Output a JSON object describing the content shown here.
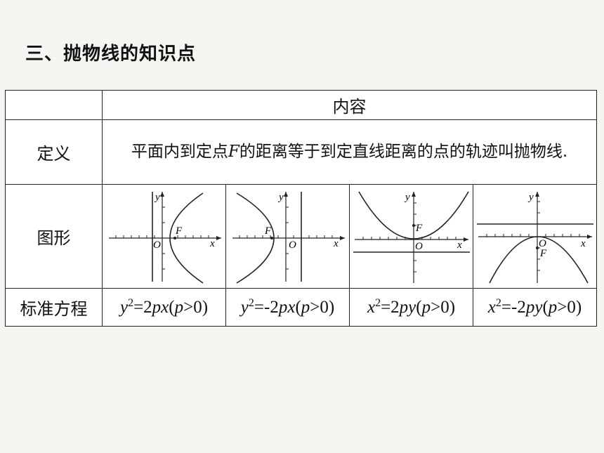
{
  "heading": "三、抛物线的知识点",
  "table": {
    "header": {
      "corner": "",
      "content": "内容"
    },
    "definition": {
      "label": "定义",
      "text_before": "平面内到定点",
      "focus_letter": "F",
      "text_after": "的距离等于到定直线距离的点的轨迹叫抛物线."
    },
    "figure": {
      "label": "图形",
      "axis_labels": {
        "x": "x",
        "y": "y",
        "origin": "O",
        "focus": "F"
      },
      "orientations": [
        "opens-right",
        "opens-left",
        "opens-up",
        "opens-down"
      ]
    },
    "equation": {
      "label": "标准方程",
      "eqs": [
        {
          "var1": "y",
          "exp": "2",
          "rhs_num": "=2",
          "rhs_a": "p",
          "rhs_b": "x",
          "cond_p": "p",
          "cond": ">0)"
        },
        {
          "var1": "y",
          "exp": "2",
          "rhs_num": "=-2",
          "rhs_a": "p",
          "rhs_b": "x",
          "cond_p": "p",
          "cond": ">0)"
        },
        {
          "var1": "x",
          "exp": "2",
          "rhs_num": "=2",
          "rhs_a": "p",
          "rhs_b": "y",
          "cond_p": "p",
          "cond": ">0)"
        },
        {
          "var1": "x",
          "exp": "2",
          "rhs_num": "=-2",
          "rhs_a": "p",
          "rhs_b": "y",
          "cond_p": "p",
          "cond": ">0)"
        }
      ]
    }
  }
}
